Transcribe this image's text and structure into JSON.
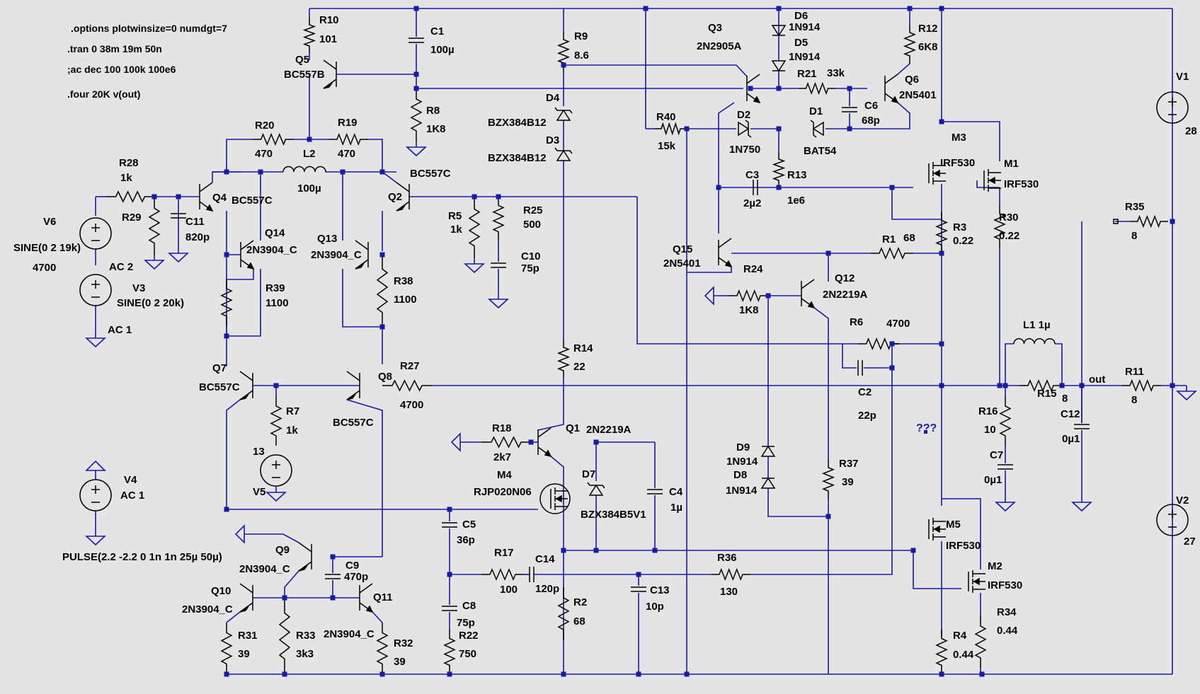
{
  "directives": [
    ".options plotwinsize=0 numdgt=7",
    ".tran 0 38m 19m 50n",
    ";ac dec 100 100k 100e6",
    ".four 20K v(out)"
  ],
  "labels": {
    "R10": "R10",
    "R10v": "101",
    "Q5": "Q5",
    "Q5v": "BC557B",
    "C1": "C1",
    "C1v": "100µ",
    "R8": "R8",
    "R8v": "1K8",
    "R9": "R9",
    "R9v": "8.6",
    "D4": "D4",
    "D4v": "BZX384B12",
    "D3": "D3",
    "D3v": "BZX384B12",
    "Q3": "Q3",
    "Q3v": "2N2905A",
    "D6": "D6",
    "D6v": "1N914",
    "D5": "D5",
    "D5v": "1N914",
    "R21": "R21",
    "R21v": "33k",
    "C6": "C6",
    "C6v": "68p",
    "R12": "R12",
    "R12v": "6K8",
    "Q6": "Q6",
    "Q6v": "2N5401",
    "R40": "R40",
    "R40v": "15k",
    "D2": "D2",
    "D2v": "1N750",
    "D1": "D1",
    "D1v": "BAT54",
    "R13": "R13",
    "R13v": "1e6",
    "C3": "C3",
    "C3v": "2µ2",
    "M3": "M3",
    "M3v": "IRF530",
    "M1": "M1",
    "M1v": "IRF530",
    "R30": "R30",
    "R30v": "0.22",
    "R3": "R3",
    "R3v": "0.22",
    "R1": "R1",
    "R1v": "68",
    "Q15": "Q15",
    "Q15v": "2N5401",
    "R24": "R24",
    "R24v": "1K8",
    "Q12": "Q12",
    "Q12v": "2N2219A",
    "R6": "R6",
    "R6v": "4700",
    "C2": "C2",
    "C2v": "22p",
    "V1": "V1",
    "V1v": "28",
    "R35": "R35",
    "R35v": "8",
    "L1": "L1 1µ",
    "out": "out",
    "R11": "R11",
    "R11v": "8",
    "R15": "R15",
    "R15v": "8",
    "R16": "R16",
    "R16v": "10",
    "C12": "C12",
    "C12v": "0µ1",
    "C7": "C7",
    "C7v": "0µ1",
    "unk": "???",
    "V2": "V2",
    "V2v": "27",
    "R20": "R20",
    "R20v": "470",
    "R19": "R19",
    "R19v": "470",
    "L2": "L2",
    "L2v": "100µ",
    "R28": "R28",
    "R28v": "1k",
    "R29": "R29",
    "C11": "C11",
    "C11v": "820p",
    "Q4": "Q4",
    "Q4v": "BC557C",
    "Q2": "Q2",
    "Q2v": "BC557C",
    "Q14": "Q14",
    "Q14v": "2N3904_C",
    "Q13": "Q13",
    "Q13v": "2N3904_C",
    "R5": "R5",
    "R5v": "1k",
    "R25": "R25",
    "R25v": "500",
    "C10": "C10",
    "C10v": "75p",
    "V6": "V6",
    "V6v": "SINE(0 2 19k)",
    "V6p": "4700",
    "V6ac": "AC 2",
    "V3": "V3",
    "V3v": "SINE(0 2 20k)",
    "V3ac": "AC 1",
    "R39": "R39",
    "R39v": "1100",
    "R38": "R38",
    "R38v": "1100",
    "Q7": "Q7",
    "Q7v": "BC557C",
    "Q8": "Q8",
    "Q8v": "BC557C",
    "R27": "R27",
    "R27v": "4700",
    "R7": "R7",
    "R7v": "1k",
    "V5": "V5",
    "V5v": "13",
    "R14": "R14",
    "R14v": "22",
    "R18": "R18",
    "R18v": "2k7",
    "Q1": "Q1",
    "Q1v": "2N2219A",
    "M4": "M4",
    "M4v": "RJP020N06",
    "D7": "D7",
    "D7v": "BZX384B5V1",
    "C4": "C4",
    "C4v": "1µ",
    "R37": "R37",
    "R37v": "39",
    "D9": "D9",
    "D9v": "1N914",
    "D8": "D8",
    "D8v": "1N914",
    "M5": "M5",
    "M5v": "IRF530",
    "M2": "M2",
    "M2v": "IRF530",
    "R34": "R34",
    "R34v": "0.44",
    "R4": "R4",
    "R4v": "0.44",
    "V4": "V4",
    "V4v": "AC 1",
    "V4p": "PULSE(2.2 -2.2 0 1n 1n 25µ 50µ)",
    "Q9": "Q9",
    "Q9v": "2N3904_C",
    "C9": "C9",
    "C9v": "470p",
    "Q10": "Q10",
    "Q10v": "2N3904_C",
    "Q11": "Q11",
    "Q11v": "2N3904_C",
    "R31": "R31",
    "R31v": "39",
    "R33": "R33",
    "R33v": "3k3",
    "R32": "R32",
    "R32v": "39",
    "C5": "C5",
    "C5v": "36p",
    "C8": "C8",
    "C8v": "75p",
    "R22": "R22",
    "R22v": "750",
    "R17": "R17",
    "R17v": "100",
    "C14": "C14",
    "C14v": "120p",
    "R2": "R2",
    "R2v": "68",
    "C13": "C13",
    "C13v": "10p",
    "R36": "R36",
    "R36v": "130"
  },
  "colors": {
    "wire": "#1a1aa8",
    "component": "#000000",
    "background": "#e4e4e4"
  }
}
